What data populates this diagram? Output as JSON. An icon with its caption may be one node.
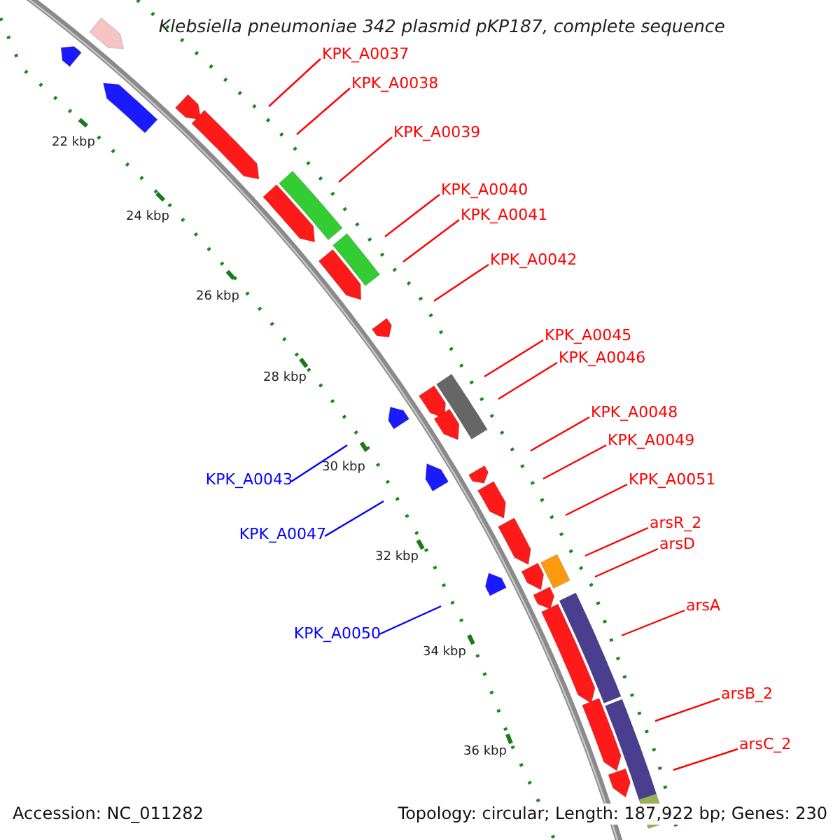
{
  "diagram": {
    "title": "Klebsiella pneumoniae 342 plasmid pKP187, complete sequence",
    "nodes": [
      {
        "text": [
          "KPK_A0037"
        ]
      },
      {
        "text": [
          "KPK_A0038"
        ]
      },
      {
        "text": [
          "KPK_A0039"
        ]
      },
      {
        "text": [
          "KPK_A0040"
        ]
      },
      {
        "text": [
          "KPK_A0041"
        ]
      },
      {
        "text": [
          "KPK_A0042"
        ]
      },
      {
        "text": [
          "KPK_A0045"
        ]
      },
      {
        "text": [
          "KPK_A0046"
        ]
      },
      {
        "text": [
          "KPK_A0048"
        ]
      },
      {
        "text": [
          "KPK_A0049"
        ]
      },
      {
        "text": [
          "KPK_A0043"
        ]
      },
      {
        "text": [
          "KPK_A0051"
        ]
      },
      {
        "text": [
          "arsR_2"
        ]
      },
      {
        "text": [
          "KPK_A0047"
        ]
      },
      {
        "text": [
          "arsD"
        ]
      },
      {
        "text": [
          "arsA"
        ]
      },
      {
        "text": [
          "KPK_A0050"
        ]
      },
      {
        "text": [
          "arsB_2"
        ]
      },
      {
        "text": [
          "arsC_2"
        ]
      }
    ],
    "edges": [
      {
        "from": 0,
        "to": null,
        "arrow": "none"
      },
      {
        "from": 1,
        "to": null,
        "arrow": "none"
      },
      {
        "from": 2,
        "to": null,
        "arrow": "none"
      },
      {
        "from": 3,
        "to": null,
        "arrow": "none"
      },
      {
        "from": 4,
        "to": null,
        "arrow": "none"
      },
      {
        "from": 5,
        "to": null,
        "arrow": "none"
      },
      {
        "from": 6,
        "to": null,
        "arrow": "none"
      },
      {
        "from": 7,
        "to": null,
        "arrow": "none"
      },
      {
        "from": 8,
        "to": null,
        "arrow": "none"
      },
      {
        "from": 9,
        "to": null,
        "arrow": "none"
      },
      {
        "from": 10,
        "to": null,
        "arrow": "none",
        "color": "#0000ff"
      },
      {
        "from": 11,
        "to": null,
        "arrow": "none"
      },
      {
        "from": 12,
        "to": null,
        "arrow": "none"
      },
      {
        "from": 13,
        "to": null,
        "arrow": "none",
        "color": "#0000ff"
      },
      {
        "from": 14,
        "to": null,
        "arrow": "none"
      },
      {
        "from": 15,
        "to": null,
        "arrow": "none"
      },
      {
        "from": 16,
        "to": null,
        "arrow": "none",
        "color": "#0000ff"
      },
      {
        "from": 17,
        "to": null,
        "arrow": "none"
      },
      {
        "from": 18,
        "to": null,
        "arrow": "none"
      }
    ],
    "labels": [
      "22 kbp",
      "24 kbp",
      "26 kbp",
      "28 kbp",
      "30 kbp",
      "32 kbp",
      "34 kbp",
      "36 kbp",
      "Accession: NC_011282",
      "Topology: circular; Length: 187,922 bp; Genes: 230"
    ]
  }
}
